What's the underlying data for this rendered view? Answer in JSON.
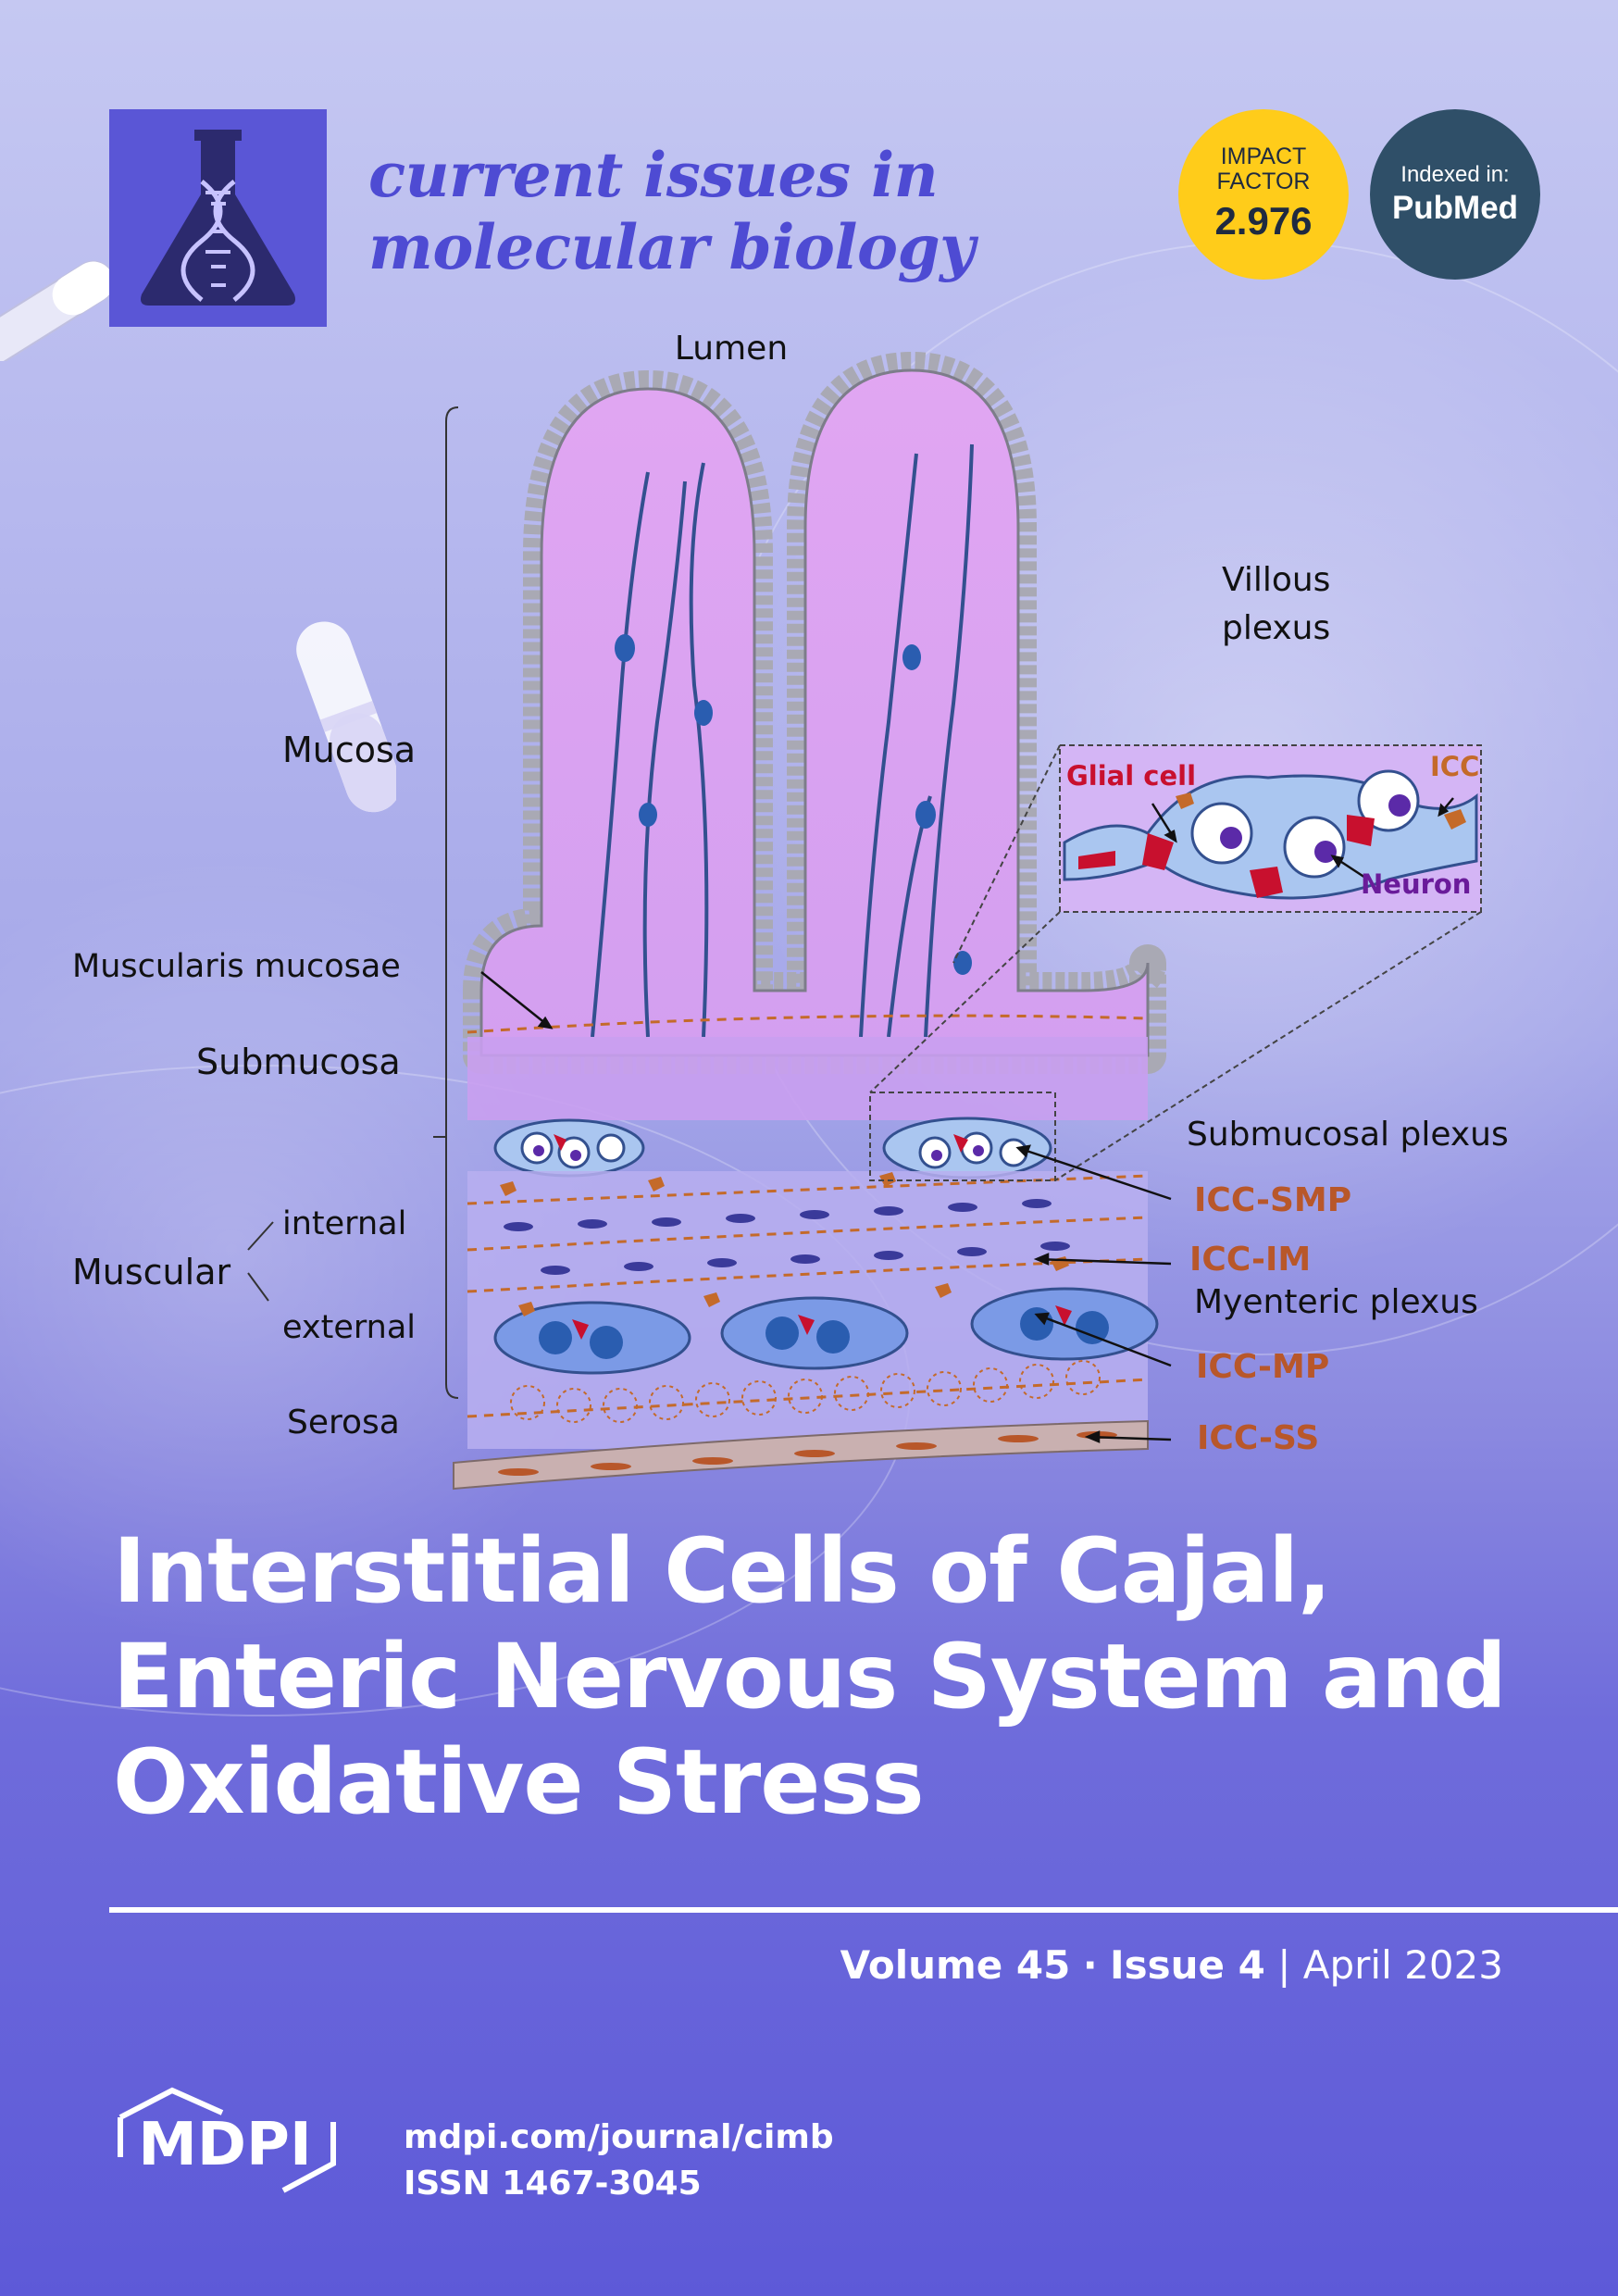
{
  "journal": {
    "title_line1": "current issues in",
    "title_line2": "molecular biology",
    "impact_label_line1": "IMPACT",
    "impact_label_line2": "FACTOR",
    "impact_value": "2.976",
    "indexed_label": "Indexed in:",
    "indexed_value": "PubMed"
  },
  "diagram_labels": {
    "lumen": "Lumen",
    "villous_plexus_line1": "Villous",
    "villous_plexus_line2": "plexus",
    "mucosa": "Mucosa",
    "muscularis_mucosae": "Muscularis mucosae",
    "submucosa": "Submucosa",
    "muscular": "Muscular",
    "internal": "internal",
    "external": "external",
    "serosa": "Serosa",
    "submucosal_plexus": "Submucosal plexus",
    "myenteric_plexus": "Myenteric plexus",
    "icc_smp": "ICC-SMP",
    "icc_im": "ICC-IM",
    "icc_mp": "ICC-MP",
    "icc_ss": "ICC-SS",
    "glial_cell": "Glial cell",
    "icc": "ICC",
    "neuron": "Neuron"
  },
  "article": {
    "title_line1": "Interstitial Cells of Cajal,",
    "title_line2": "Enteric Nervous System and",
    "title_line3": "Oxidative Stress"
  },
  "issue": {
    "volume": "Volume 45",
    "dot": "·",
    "issue": "Issue 4",
    "divider": "|",
    "date": "April 2023"
  },
  "publisher": {
    "logo_text": "MDPI",
    "url": "mdpi.com/journal/cimb",
    "issn": "ISSN 1467-3045"
  },
  "colors": {
    "accent": "#5a56d6",
    "icc_label": "#b8572a",
    "glial_label": "#c8102e",
    "neuron_label": "#6a1b9a"
  }
}
